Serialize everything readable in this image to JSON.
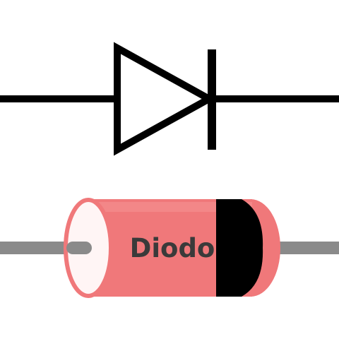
{
  "diagram": {
    "component_label": "Diodo",
    "colors": {
      "background": "#ffffff",
      "symbol_stroke": "#000000",
      "body": "#f0787a",
      "body_highlight": "#f69a9a",
      "end_cap": "#fff5f5",
      "end_cap_outline": "#f0787a",
      "cathode_band": "#000000",
      "lead_wire": "#8a8a8a",
      "label_text": "#3a3a3a"
    },
    "icons": {
      "schematic": "diode-schematic-symbol",
      "component": "axial-diode-illustration"
    }
  }
}
